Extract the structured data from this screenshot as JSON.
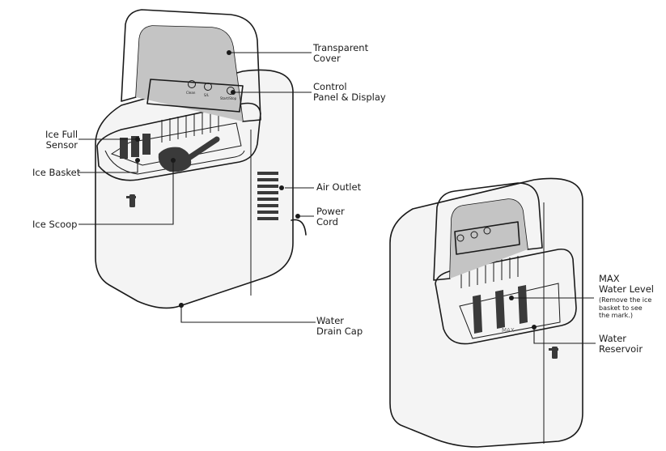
{
  "labels": {
    "transparent_cover": [
      "Transparent",
      "Cover"
    ],
    "control_panel": [
      "Control",
      "Panel & Display"
    ],
    "ice_full_sensor": [
      "Ice Full",
      "Sensor"
    ],
    "ice_basket": "Ice Basket",
    "air_outlet": "Air Outlet",
    "power_cord": [
      "Power",
      "Cord"
    ],
    "ice_scoop": "Ice Scoop",
    "water_drain_cap": [
      "Water",
      "Drain Cap"
    ],
    "max_water_level": [
      "MAX",
      "Water Level"
    ],
    "max_water_level_note": [
      "(Remove the ice",
      "basket to see",
      "the mark.)"
    ],
    "water_reservoir": [
      "Water",
      "Reservoir"
    ]
  },
  "panel_buttons": [
    "Clean",
    "S/L",
    "Start/Stop"
  ],
  "max_mark": "MAX",
  "brand_logo": "tt-logo-icon"
}
